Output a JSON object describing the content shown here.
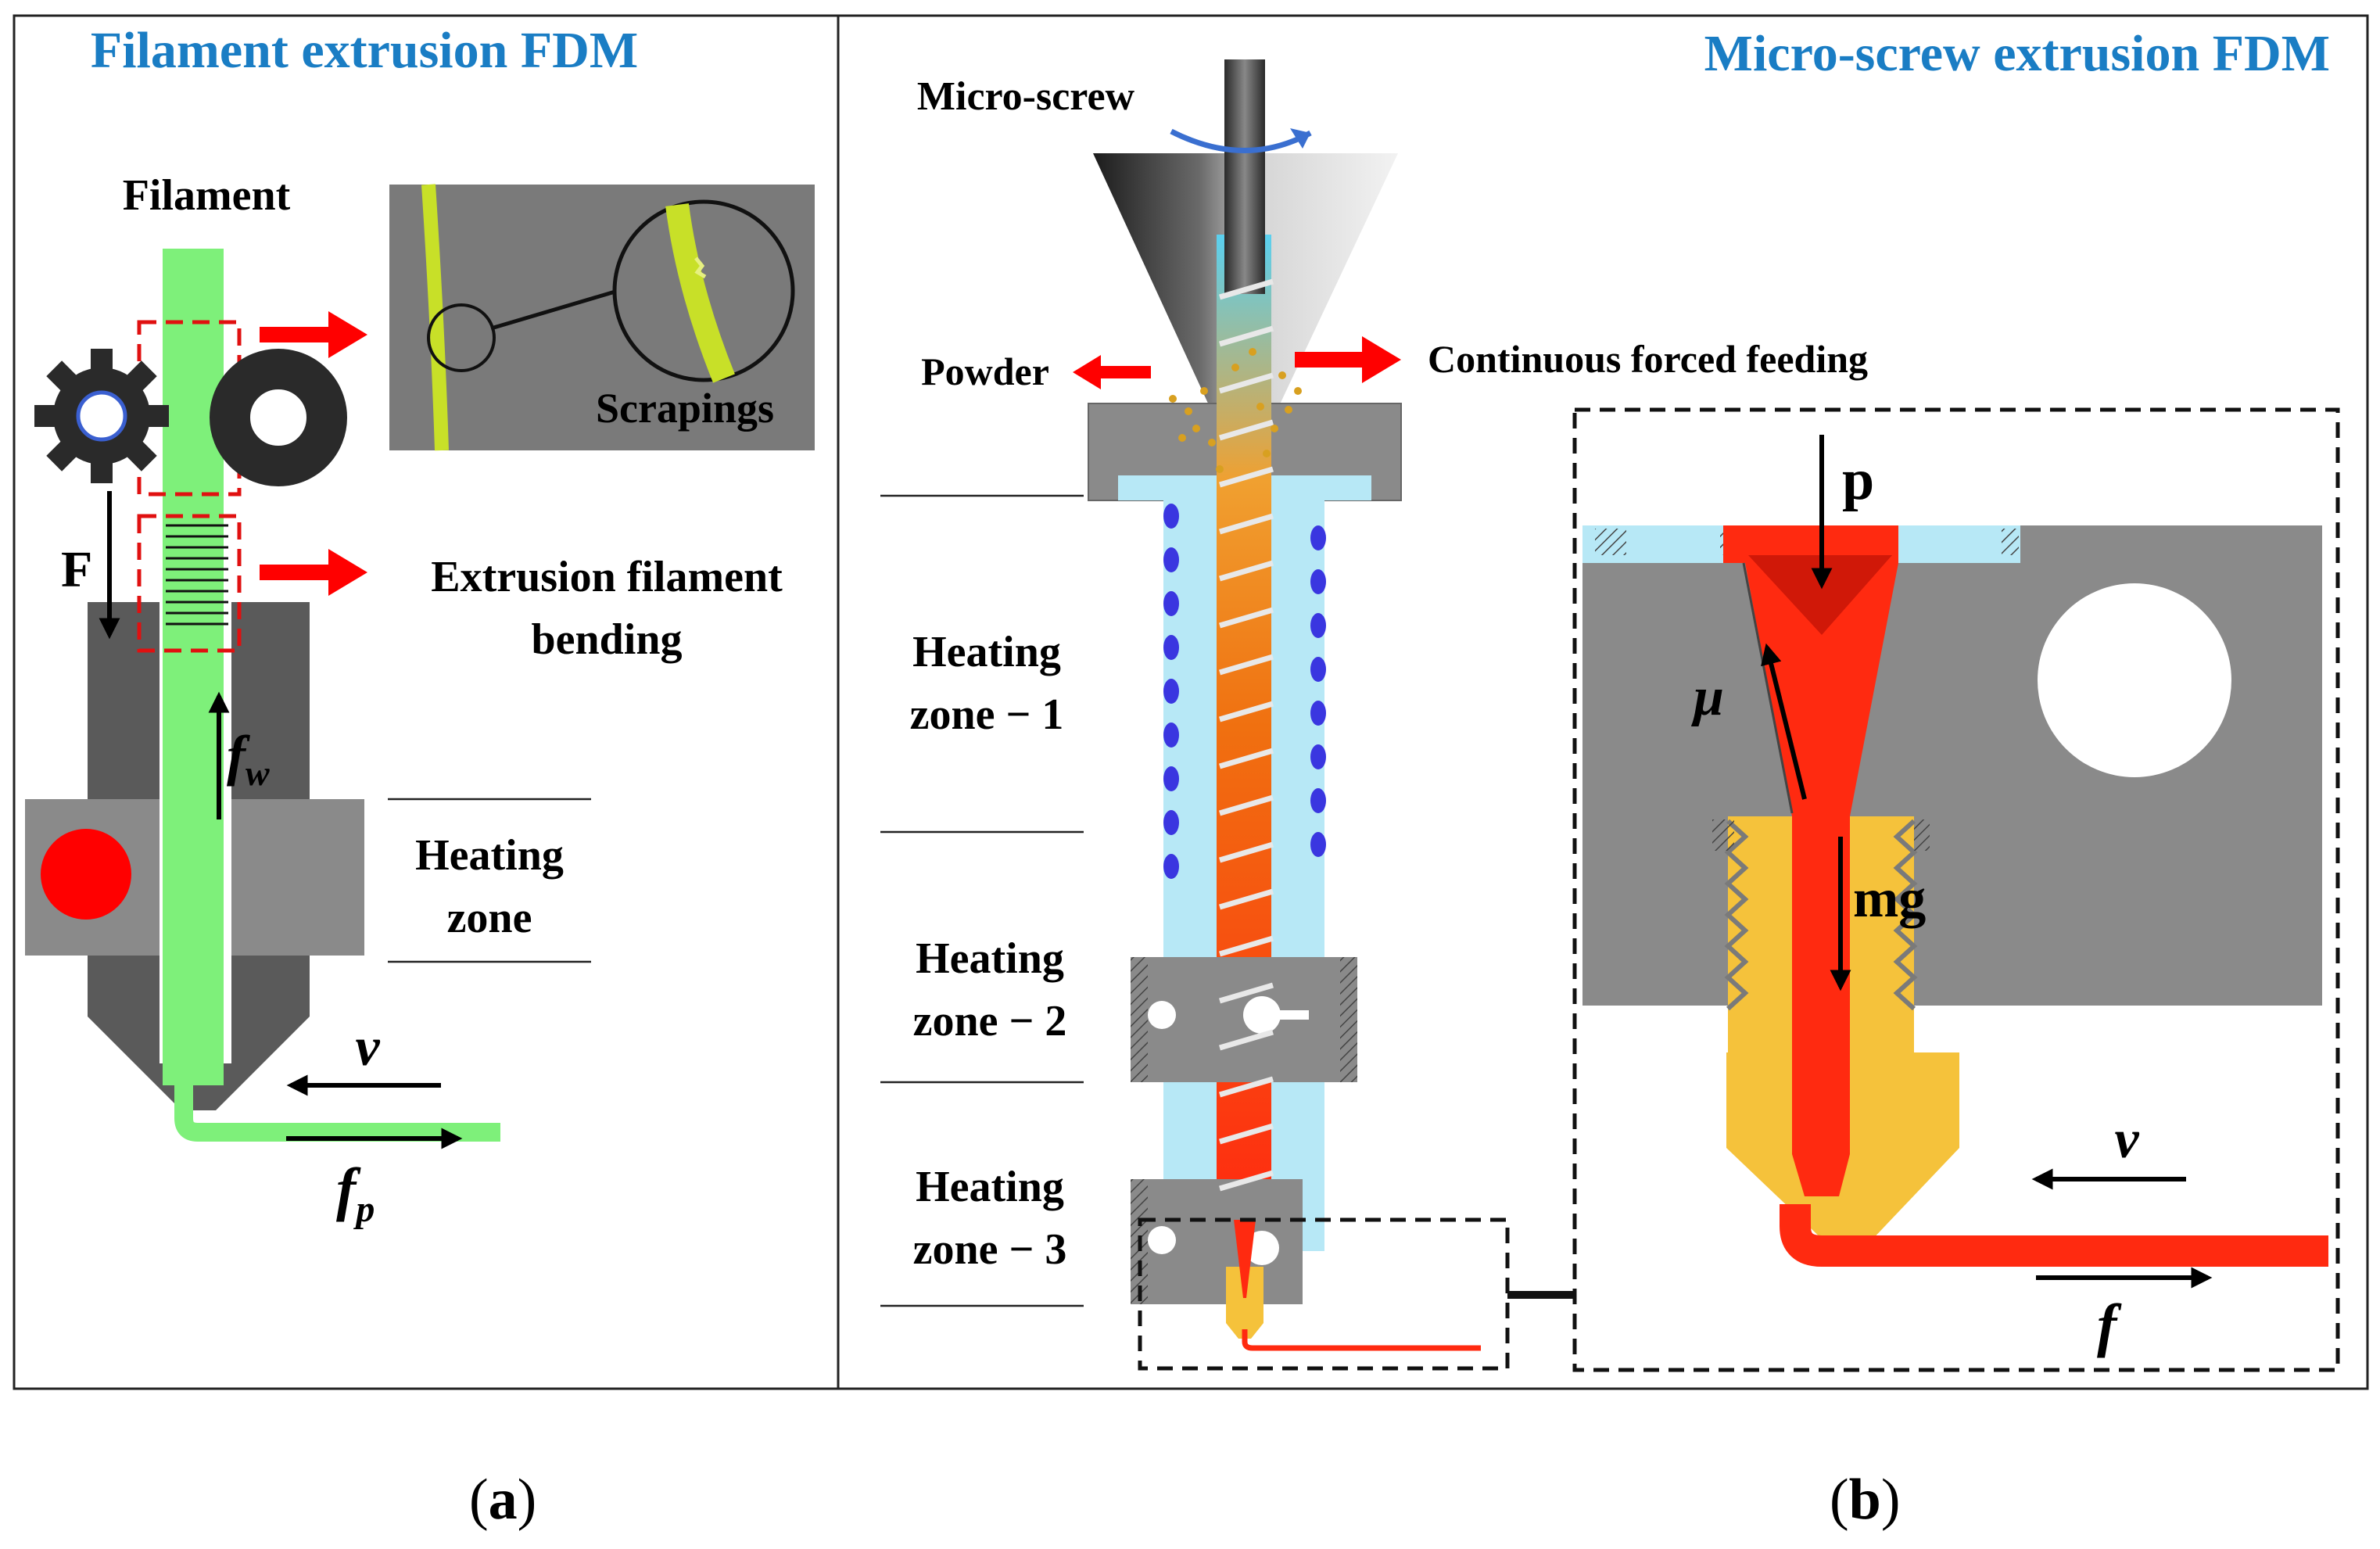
{
  "colors": {
    "title_blue": "#1a7dc4",
    "filament_green": "#7ef07a",
    "hot_red": "#ff2a10",
    "heater_grey": "#8a8a8a",
    "body_grey": "#5a5a5a",
    "brass": "#f5c23b",
    "coolant_blue": "#b7e8f6",
    "coil_blue": "#3a36e0",
    "arrow_red": "#ff0000"
  },
  "panel_a": {
    "title": "Filament extrusion FDM",
    "filament_label": "Filament",
    "scrapings_label": "Scrapings",
    "bending_label_line1": "Extrusion filament",
    "bending_label_line2": "bending",
    "heating_label_line1": "Heating",
    "heating_label_line2": "zone",
    "force_F": "F",
    "force_fw": "f",
    "force_fw_sub": "w",
    "velocity": "v",
    "force_fp": "f",
    "force_fp_sub": "p",
    "caption_open": "(",
    "caption_letter": "a",
    "caption_close": ")"
  },
  "panel_b": {
    "title": "Micro-screw extrusion FDM",
    "microscrew_label": "Micro-screw",
    "powder_label": "Powder",
    "feeding_label": "Continuous forced feeding",
    "zone1_line1": "Heating",
    "zone1_line2": "zone − 1",
    "zone2_line1": "Heating",
    "zone2_line2": "zone − 2",
    "zone3_line1": "Heating",
    "zone3_line2": "zone − 3",
    "pressure": "p",
    "friction": "μ",
    "gravity": "mg",
    "velocity": "v",
    "force_f": "f",
    "caption_open": "(",
    "caption_letter": "b",
    "caption_close": ")"
  }
}
